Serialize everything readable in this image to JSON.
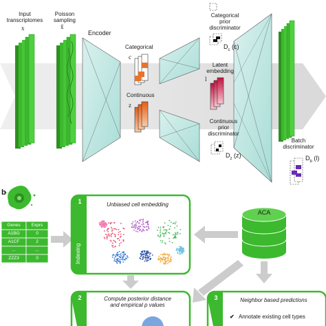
{
  "panel_a": {
    "input_label_1": "Input",
    "input_label_2": "transcriptomes",
    "input_var": "x",
    "poisson_label_1": "Poisson",
    "poisson_label_2": "sampling",
    "poisson_var": "x̃",
    "encoder_label": "Encoder",
    "categorical_label": "Categorical",
    "categorical_var": "c",
    "continuous_label": "Continuous",
    "continuous_var": "z",
    "cat_prior_1": "Categorical",
    "cat_prior_2": "prior",
    "cat_prior_3": "discriminator",
    "dc_label": "D",
    "dc_sub": "c",
    "dc_arg": "(c)",
    "latent_1": "Latent",
    "latent_2": "embedding",
    "latent_var": "l",
    "cont_prior_1": "Continuous",
    "cont_prior_2": "prior",
    "cont_prior_3": "discriminator",
    "dz_label": "D",
    "dz_sub": "z",
    "dz_arg": "(z)",
    "batch_1": "Batch",
    "batch_2": "discriminator",
    "db_label": "D",
    "db_sub": "b",
    "db_arg": "(l)"
  },
  "panel_b": {
    "letter": "b",
    "table": {
      "headers": [
        "Genes",
        "Exprs"
      ],
      "rows": [
        [
          "A1BG",
          "0"
        ],
        [
          "A1CF",
          "2"
        ],
        [
          "...",
          "..."
        ],
        [
          "ZZZ3",
          "0"
        ]
      ]
    },
    "indexing_label": "Indexing",
    "panel1_num": "1",
    "panel1_title": "Unbiased cell embedding",
    "aca_label": "ACA",
    "panel2_num": "2",
    "panel2_title_1": "Compute posterior distance",
    "panel2_title_2": "and empirical p values",
    "panel3_num": "3",
    "panel3_title": "Neighbor based predictions",
    "check_mark": "✔",
    "panel3_item": "Annotate existing cell types"
  },
  "colors": {
    "green": "#3cb92e",
    "green_dark": "#2f8f22",
    "teal": "#bfe6e2",
    "orange": "#e8732a",
    "red": "#d81e4e",
    "purple": "#6a2bb5",
    "arrow_gray": "#cccccc"
  }
}
